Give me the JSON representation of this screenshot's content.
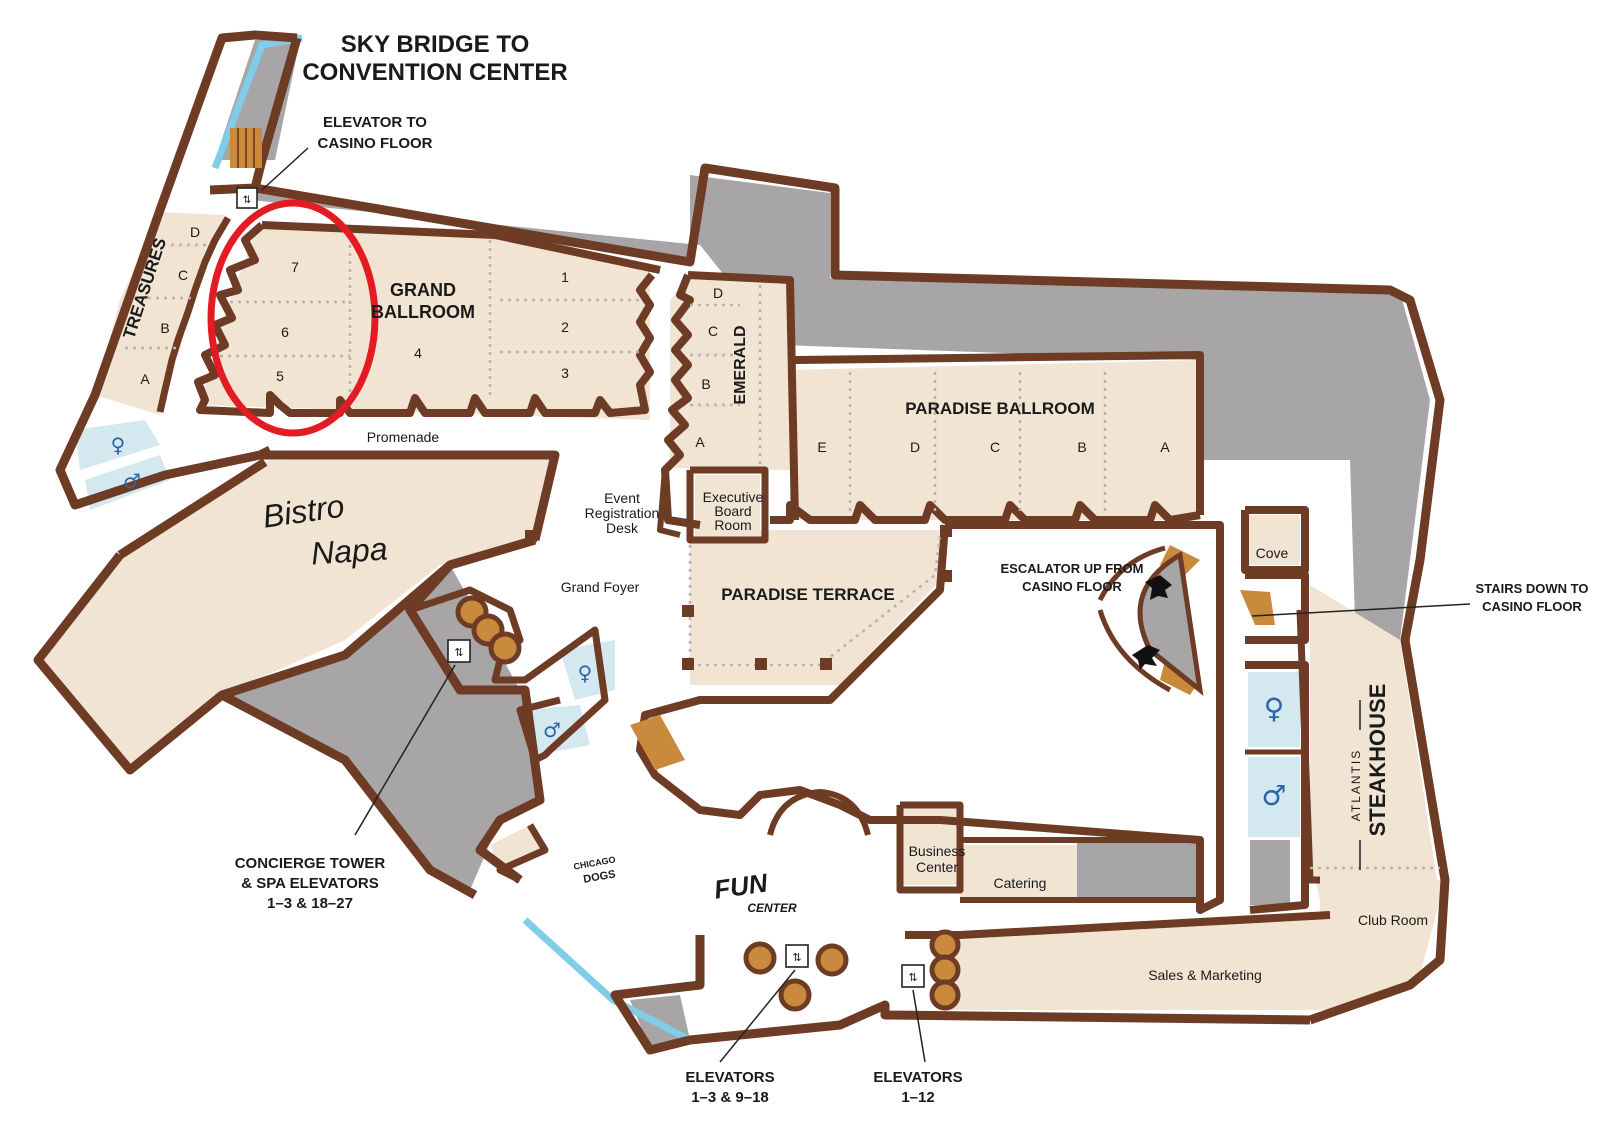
{
  "colors": {
    "room": "#f1e4d3",
    "wall": "#6e3b25",
    "grey_area": "#a7a5a6",
    "water": "#7fcde8",
    "restroom": "#d4e8ef",
    "restroom_icon": "#2d64a8",
    "highlight_circle": "#e31b23",
    "stair": "#c98a3e"
  },
  "labels": {
    "sky_bridge_1": "SKY BRIDGE TO",
    "sky_bridge_2": "CONVENTION CENTER",
    "elev_casino_1": "ELEVATOR TO",
    "elev_casino_2": "CASINO FLOOR",
    "treasures": "TREASURES",
    "treasures_d": "D",
    "treasures_c": "C",
    "treasures_b": "B",
    "treasures_a": "A",
    "grand_1": "GRAND",
    "grand_2": "BALLROOM",
    "gb_7": "7",
    "gb_6": "6",
    "gb_5": "5",
    "gb_4": "4",
    "gb_1": "1",
    "gb_2": "2",
    "gb_3": "3",
    "emerald": "EMERALD",
    "em_d": "D",
    "em_c": "C",
    "em_b": "B",
    "em_a": "A",
    "paradise_ballroom": "PARADISE BALLROOM",
    "pb_e": "E",
    "pb_d": "D",
    "pb_c": "C",
    "pb_b": "B",
    "pb_a": "A",
    "promenade": "Promenade",
    "event_1": "Event",
    "event_2": "Registration",
    "event_3": "Desk",
    "exec_1": "Executive",
    "exec_2": "Board",
    "exec_3": "Room",
    "bistro_1": "Bistro",
    "bistro_2": "Napa",
    "grand_foyer": "Grand Foyer",
    "paradise_terrace": "PARADISE TERRACE",
    "escalator_1": "ESCALATOR UP FROM",
    "escalator_2": "CASINO FLOOR",
    "cove": "Cove",
    "stairs_1": "STAIRS DOWN TO",
    "stairs_2": "CASINO FLOOR",
    "atlantis": "ATLANTIS",
    "steakhouse": "STEAKHOUSE",
    "club_room": "Club Room",
    "business_1": "Business",
    "business_2": "Center",
    "catering": "Catering",
    "sales": "Sales & Marketing",
    "fun_1": "FUN",
    "fun_2": "CENTER",
    "chicago_1": "CHICAGO",
    "chicago_2": "DOGS",
    "concierge_1": "CONCIERGE TOWER",
    "concierge_2": "& SPA ELEVATORS",
    "concierge_3": "1–3 & 18–27",
    "elev_a_1": "ELEVATORS",
    "elev_a_2": "1–3 & 9–18",
    "elev_b_1": "ELEVATORS",
    "elev_b_2": "1–12"
  },
  "icons": {
    "elevator": "elevator-icon",
    "restroom_women": "women-restroom-icon",
    "restroom_men": "men-restroom-icon",
    "escalator_arrow": "arrow-icon",
    "stairs": "stairs-icon"
  }
}
